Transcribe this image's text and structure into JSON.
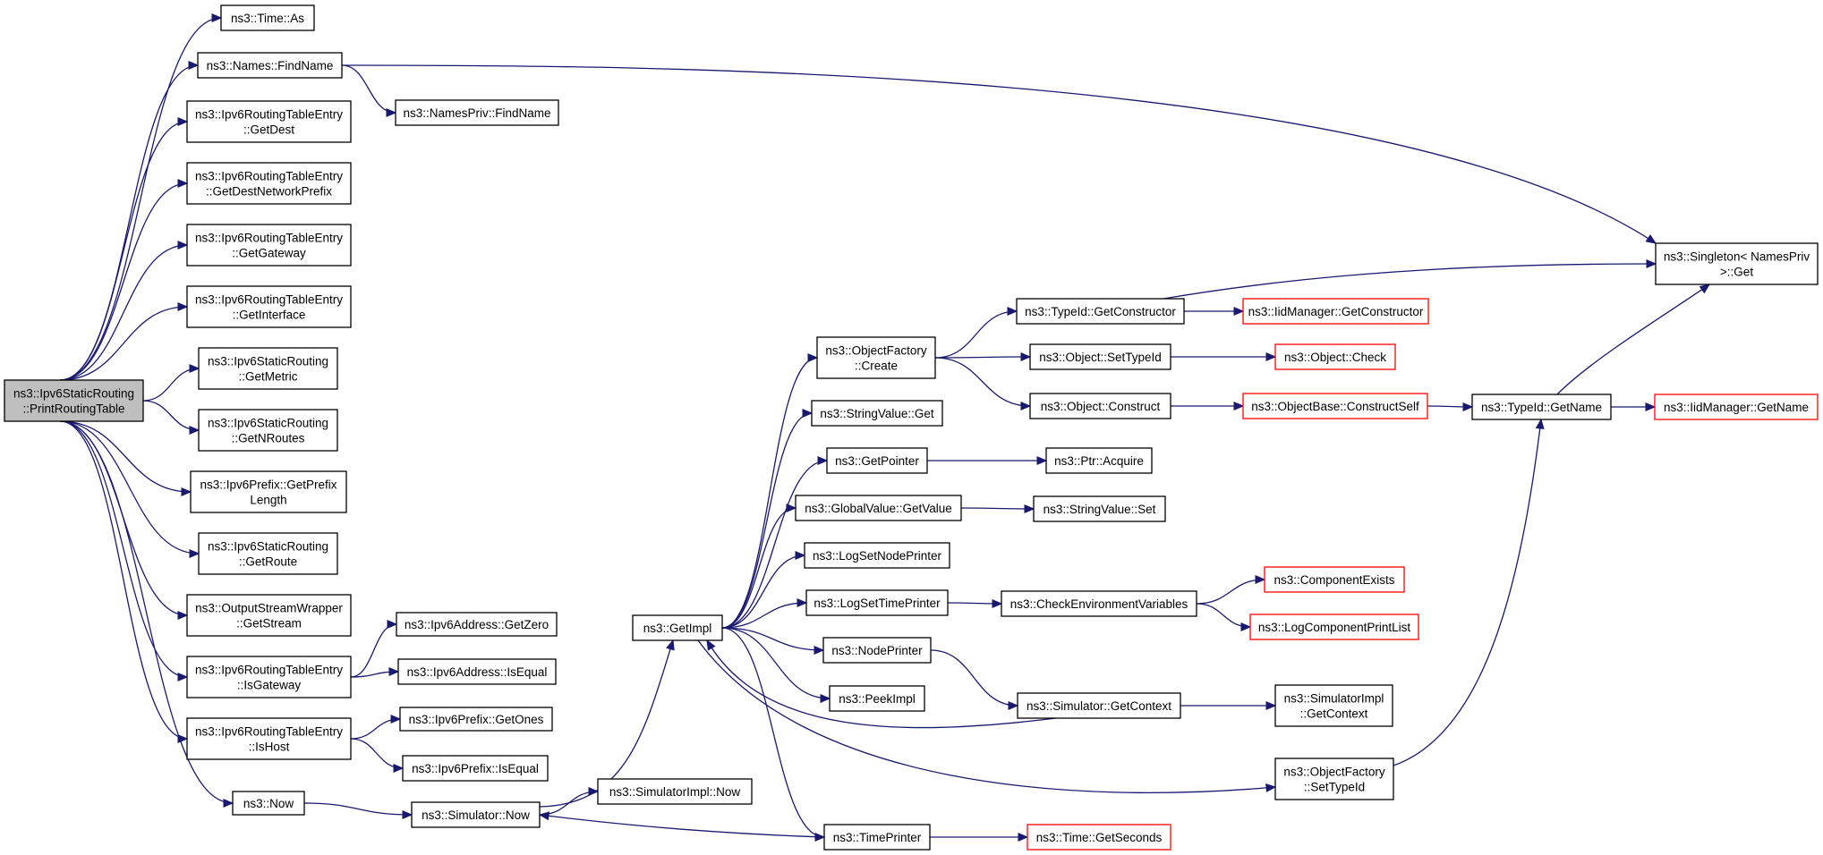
{
  "colors": {
    "edge": "#191970",
    "node_border": "#000000",
    "node_border_truncated": "#ff0000",
    "root_fill": "#bfbfbf",
    "node_fill": "#ffffff"
  },
  "nodes": [
    {
      "id": "root",
      "lines": [
        "ns3::Ipv6StaticRouting",
        "::PrintRoutingTable"
      ],
      "style": "root"
    },
    {
      "id": "time_as",
      "lines": [
        "ns3::Time::As"
      ],
      "style": "normal"
    },
    {
      "id": "names_findname",
      "lines": [
        "ns3::Names::FindName"
      ],
      "style": "normal"
    },
    {
      "id": "namespriv_findname",
      "lines": [
        "ns3::NamesPriv::FindName"
      ],
      "style": "normal"
    },
    {
      "id": "rte_getdest",
      "lines": [
        "ns3::Ipv6RoutingTableEntry",
        "::GetDest"
      ],
      "style": "normal"
    },
    {
      "id": "rte_getdestnetworkprefix",
      "lines": [
        "ns3::Ipv6RoutingTableEntry",
        "::GetDestNetworkPrefix"
      ],
      "style": "normal"
    },
    {
      "id": "rte_getgateway",
      "lines": [
        "ns3::Ipv6RoutingTableEntry",
        "::GetGateway"
      ],
      "style": "normal"
    },
    {
      "id": "rte_getinterface",
      "lines": [
        "ns3::Ipv6RoutingTableEntry",
        "::GetInterface"
      ],
      "style": "normal"
    },
    {
      "id": "sr_getmetric",
      "lines": [
        "ns3::Ipv6StaticRouting",
        "::GetMetric"
      ],
      "style": "normal"
    },
    {
      "id": "sr_getnroutes",
      "lines": [
        "ns3::Ipv6StaticRouting",
        "::GetNRoutes"
      ],
      "style": "normal"
    },
    {
      "id": "prefix_getprefixlength",
      "lines": [
        "ns3::Ipv6Prefix::GetPrefix",
        "Length"
      ],
      "style": "normal"
    },
    {
      "id": "sr_getroute",
      "lines": [
        "ns3::Ipv6StaticRouting",
        "::GetRoute"
      ],
      "style": "normal"
    },
    {
      "id": "osw_getstream",
      "lines": [
        "ns3::OutputStreamWrapper",
        "::GetStream"
      ],
      "style": "normal"
    },
    {
      "id": "rte_isgateway",
      "lines": [
        "ns3::Ipv6RoutingTableEntry",
        "::IsGateway"
      ],
      "style": "normal"
    },
    {
      "id": "rte_ishost",
      "lines": [
        "ns3::Ipv6RoutingTableEntry",
        "::IsHost"
      ],
      "style": "normal"
    },
    {
      "id": "now",
      "lines": [
        "ns3::Now"
      ],
      "style": "normal"
    },
    {
      "id": "addr_getzero",
      "lines": [
        "ns3::Ipv6Address::GetZero"
      ],
      "style": "normal"
    },
    {
      "id": "addr_isequal",
      "lines": [
        "ns3::Ipv6Address::IsEqual"
      ],
      "style": "normal"
    },
    {
      "id": "prefix_getones",
      "lines": [
        "ns3::Ipv6Prefix::GetOnes"
      ],
      "style": "normal"
    },
    {
      "id": "prefix_isequal",
      "lines": [
        "ns3::Ipv6Prefix::IsEqual"
      ],
      "style": "normal"
    },
    {
      "id": "simulator_now",
      "lines": [
        "ns3::Simulator::Now"
      ],
      "style": "normal"
    },
    {
      "id": "simimpl_now",
      "lines": [
        "ns3::SimulatorImpl::Now"
      ],
      "style": "normal"
    },
    {
      "id": "getimpl",
      "lines": [
        "ns3::GetImpl"
      ],
      "style": "normal"
    },
    {
      "id": "objfactory_create",
      "lines": [
        "ns3::ObjectFactory",
        "::Create"
      ],
      "style": "normal"
    },
    {
      "id": "stringvalue_get",
      "lines": [
        "ns3::StringValue::Get"
      ],
      "style": "normal"
    },
    {
      "id": "getpointer",
      "lines": [
        "ns3::GetPointer"
      ],
      "style": "normal"
    },
    {
      "id": "globalvalue_getvalue",
      "lines": [
        "ns3::GlobalValue::GetValue"
      ],
      "style": "normal"
    },
    {
      "id": "lognodeprinter",
      "lines": [
        "ns3::LogSetNodePrinter"
      ],
      "style": "normal"
    },
    {
      "id": "logtimeprinter",
      "lines": [
        "ns3::LogSetTimePrinter"
      ],
      "style": "normal"
    },
    {
      "id": "nodeprinter",
      "lines": [
        "ns3::NodePrinter"
      ],
      "style": "normal"
    },
    {
      "id": "peekimpl",
      "lines": [
        "ns3::PeekImpl"
      ],
      "style": "normal"
    },
    {
      "id": "timeprinter",
      "lines": [
        "ns3::TimePrinter"
      ],
      "style": "normal"
    },
    {
      "id": "typeid_getconstructor",
      "lines": [
        "ns3::TypeId::GetConstructor"
      ],
      "style": "normal"
    },
    {
      "id": "object_settypeid",
      "lines": [
        "ns3::Object::SetTypeId"
      ],
      "style": "normal"
    },
    {
      "id": "object_construct",
      "lines": [
        "ns3::Object::Construct"
      ],
      "style": "normal"
    },
    {
      "id": "ptr_acquire",
      "lines": [
        "ns3::Ptr::Acquire"
      ],
      "style": "normal"
    },
    {
      "id": "stringvalue_set",
      "lines": [
        "ns3::StringValue::Set"
      ],
      "style": "normal"
    },
    {
      "id": "checkenvvars",
      "lines": [
        "ns3::CheckEnvironmentVariables"
      ],
      "style": "normal"
    },
    {
      "id": "simulator_getcontext",
      "lines": [
        "ns3::Simulator::GetContext"
      ],
      "style": "normal"
    },
    {
      "id": "time_getseconds",
      "lines": [
        "ns3::Time::GetSeconds"
      ],
      "style": "truncated"
    },
    {
      "id": "iidmanager_getconstructor",
      "lines": [
        "ns3::IidManager::GetConstructor"
      ],
      "style": "truncated"
    },
    {
      "id": "object_check",
      "lines": [
        "ns3::Object::Check"
      ],
      "style": "truncated"
    },
    {
      "id": "objectbase_constructself",
      "lines": [
        "ns3::ObjectBase::ConstructSelf"
      ],
      "style": "truncated"
    },
    {
      "id": "componentexists",
      "lines": [
        "ns3::ComponentExists"
      ],
      "style": "truncated"
    },
    {
      "id": "logcomponentprintlist",
      "lines": [
        "ns3::LogComponentPrintList"
      ],
      "style": "truncated"
    },
    {
      "id": "simimpl_getcontext",
      "lines": [
        "ns3::SimulatorImpl",
        "::GetContext"
      ],
      "style": "normal"
    },
    {
      "id": "objfactory_settypeid",
      "lines": [
        "ns3::ObjectFactory",
        "::SetTypeId"
      ],
      "style": "normal"
    },
    {
      "id": "typeid_getname",
      "lines": [
        "ns3::TypeId::GetName"
      ],
      "style": "normal"
    },
    {
      "id": "singleton_get",
      "lines": [
        "ns3::Singleton< NamesPriv",
        " >::Get"
      ],
      "style": "normal"
    },
    {
      "id": "iidmanager_getname",
      "lines": [
        "ns3::IidManager::GetName"
      ],
      "style": "truncated"
    }
  ],
  "edges": [
    [
      "root",
      "time_as"
    ],
    [
      "root",
      "names_findname"
    ],
    [
      "root",
      "rte_getdest"
    ],
    [
      "root",
      "rte_getdestnetworkprefix"
    ],
    [
      "root",
      "rte_getgateway"
    ],
    [
      "root",
      "rte_getinterface"
    ],
    [
      "root",
      "sr_getmetric"
    ],
    [
      "root",
      "sr_getnroutes"
    ],
    [
      "root",
      "prefix_getprefixlength"
    ],
    [
      "root",
      "sr_getroute"
    ],
    [
      "root",
      "osw_getstream"
    ],
    [
      "root",
      "rte_isgateway"
    ],
    [
      "root",
      "rte_ishost"
    ],
    [
      "root",
      "now"
    ],
    [
      "names_findname",
      "namespriv_findname"
    ],
    [
      "names_findname",
      "singleton_get"
    ],
    [
      "rte_isgateway",
      "addr_getzero"
    ],
    [
      "rte_isgateway",
      "addr_isequal"
    ],
    [
      "rte_ishost",
      "prefix_getones"
    ],
    [
      "rte_ishost",
      "prefix_isequal"
    ],
    [
      "now",
      "simulator_now"
    ],
    [
      "simulator_now",
      "simimpl_now"
    ],
    [
      "simulator_now",
      "getimpl"
    ],
    [
      "getimpl",
      "objfactory_create"
    ],
    [
      "getimpl",
      "stringvalue_get"
    ],
    [
      "getimpl",
      "getpointer"
    ],
    [
      "getimpl",
      "globalvalue_getvalue"
    ],
    [
      "getimpl",
      "lognodeprinter"
    ],
    [
      "getimpl",
      "logtimeprinter"
    ],
    [
      "getimpl",
      "nodeprinter"
    ],
    [
      "getimpl",
      "peekimpl"
    ],
    [
      "getimpl",
      "timeprinter"
    ],
    [
      "getimpl",
      "objfactory_settypeid"
    ],
    [
      "objfactory_create",
      "typeid_getconstructor"
    ],
    [
      "objfactory_create",
      "object_settypeid"
    ],
    [
      "objfactory_create",
      "object_construct"
    ],
    [
      "getpointer",
      "ptr_acquire"
    ],
    [
      "globalvalue_getvalue",
      "stringvalue_set"
    ],
    [
      "logtimeprinter",
      "checkenvvars"
    ],
    [
      "nodeprinter",
      "simulator_getcontext"
    ],
    [
      "timeprinter",
      "simulator_now"
    ],
    [
      "timeprinter",
      "time_getseconds"
    ],
    [
      "typeid_getconstructor",
      "iidmanager_getconstructor"
    ],
    [
      "typeid_getconstructor",
      "singleton_get"
    ],
    [
      "object_settypeid",
      "object_check"
    ],
    [
      "object_construct",
      "objectbase_constructself"
    ],
    [
      "checkenvvars",
      "componentexists"
    ],
    [
      "checkenvvars",
      "logcomponentprintlist"
    ],
    [
      "simulator_getcontext",
      "simimpl_getcontext"
    ],
    [
      "simulator_getcontext",
      "getimpl"
    ],
    [
      "objfactory_settypeid",
      "typeid_getname"
    ],
    [
      "objectbase_constructself",
      "typeid_getname"
    ],
    [
      "typeid_getname",
      "singleton_get"
    ],
    [
      "typeid_getname",
      "iidmanager_getname"
    ]
  ]
}
